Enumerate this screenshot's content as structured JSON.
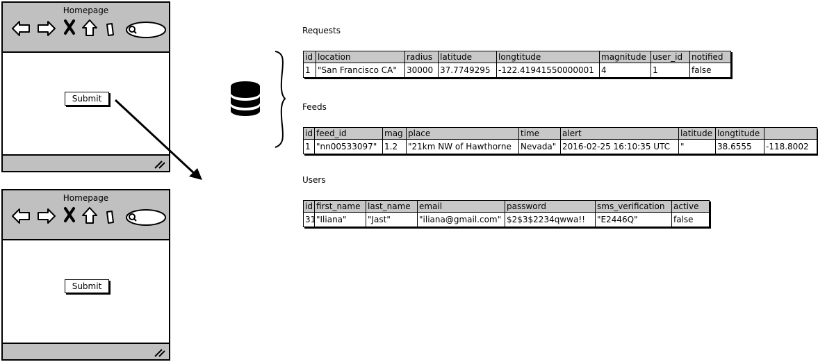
{
  "browsers": [
    {
      "title": "Homepage",
      "submit_label": "Submit"
    },
    {
      "title": "Homepage",
      "submit_label": "Submit"
    }
  ],
  "tables": [
    {
      "label": "Requests",
      "columns": [
        "id",
        "location",
        "radius",
        "latitude",
        "longtitude",
        "magnitude",
        "user_id",
        "notified"
      ],
      "rows": [
        [
          "1",
          "\"San Francisco CA\"",
          "30000",
          "37.7749295",
          "-122.41941550000001",
          "4",
          "1",
          "false"
        ]
      ]
    },
    {
      "label": "Feeds",
      "columns": [
        "id",
        "feed_id",
        "mag",
        "place",
        "time",
        "alert",
        "latitude",
        "longtitude",
        ""
      ],
      "rows": [
        [
          "1",
          "\"nn00533097\"",
          "1.2",
          "\"21km NW of Hawthorne",
          "Nevada\"",
          "2016-02-25 16:10:35 UTC",
          "\"",
          "38.6555",
          "-118.8002"
        ]
      ]
    },
    {
      "label": "Users",
      "columns": [
        "id",
        "first_name",
        "last_name",
        "email",
        "password",
        "sms_verification",
        "active"
      ],
      "rows": [
        [
          "31",
          "\"Iliana\"",
          "\"Jast\"",
          "\"iliana@gmail.com\"",
          "$2$3$2234qwwa!!",
          "\"E2446Q\"",
          "false"
        ]
      ]
    }
  ],
  "icons": {
    "back": "back-arrow-icon",
    "forward": "forward-arrow-icon",
    "close": "close-x-icon",
    "home": "home-icon",
    "page": "page-icon",
    "search": "search-icon",
    "database": "database-icon",
    "brace": "curly-brace",
    "arrow": "connector-arrow"
  }
}
